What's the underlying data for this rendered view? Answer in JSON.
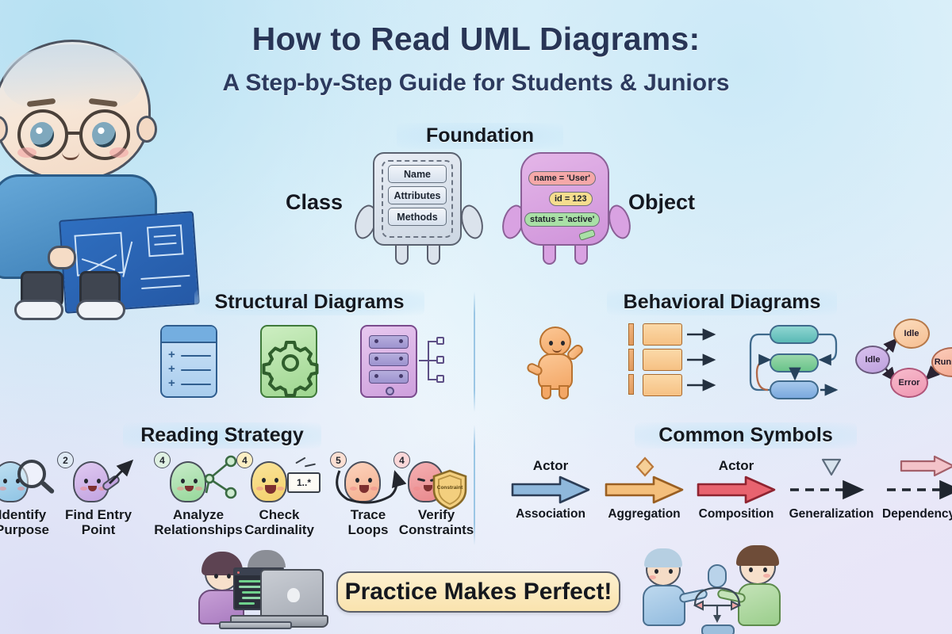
{
  "header": {
    "title": "How to Read UML Diagrams:",
    "subtitle": "A Step-by-Step Guide for Students & Juniors"
  },
  "colors": {
    "title_navy": "#283556",
    "heading_dark": "#14181f",
    "bg_top_left": "#b5e0f2",
    "bg_bottom_left": "#dcdef5",
    "association": "#7fb0d9",
    "aggregation": "#f2b86a",
    "composition": "#e8636f",
    "generalization": "#c9d6e3",
    "dependency": "#f0b9c0",
    "cta_fill": "#f9e3ae"
  },
  "foundation": {
    "heading": "Foundation",
    "class": {
      "label": "Class",
      "compartments": [
        "Name",
        "Attributes",
        "Methods"
      ]
    },
    "object": {
      "label": "Object",
      "slots": [
        {
          "text": "name = 'User'",
          "color": "#f5a8a8"
        },
        {
          "text": "id = 123",
          "color": "#f6dd8e"
        },
        {
          "text": "status = 'active'",
          "color": "#a9e0a6"
        }
      ]
    }
  },
  "structural": {
    "heading": "Structural Diagrams",
    "icons": [
      {
        "name": "class-diagram-icon",
        "color": "#a9cdee"
      },
      {
        "name": "component-gear-icon",
        "color": "#9ed68f"
      },
      {
        "name": "deployment-node-icon",
        "color": "#cea0dd"
      }
    ]
  },
  "behavioral": {
    "heading": "Behavioral Diagrams",
    "icons": [
      {
        "name": "use-case-actor-icon",
        "color": "#f3a766"
      },
      {
        "name": "sequence-diagram-icon",
        "color": "#f6c184"
      },
      {
        "name": "activity-diagram-icon",
        "color": "#6fc3c0"
      },
      {
        "name": "state-machine-icon",
        "color": "#d7b6e8"
      }
    ],
    "states": [
      {
        "label": "Idle",
        "color": "#c9aee3"
      },
      {
        "label": "Idle",
        "color": "#f8c9a0"
      },
      {
        "label": "Running",
        "color": "#f6b9a4"
      },
      {
        "label": "Error",
        "color": "#f2a8bd"
      }
    ]
  },
  "reading_strategy": {
    "heading": "Reading Strategy",
    "steps": [
      {
        "badge": "",
        "label": "Identify\nPurpose",
        "color": "#a8cfe8",
        "prop": "magnifier-icon"
      },
      {
        "badge": "2",
        "label": "Find Entry\nPoint",
        "color": "#cdb2e6",
        "prop": "pointing-arrow-icon"
      },
      {
        "badge": "4",
        "label": "Analyze\nRelationships",
        "color": "#a8dcab",
        "prop": "relationship-graph-icon"
      },
      {
        "badge": "4",
        "label": "Check\nCardinality",
        "color": "#f5da84",
        "prop": "cardinality-card-icon"
      },
      {
        "badge": "5",
        "label": "Trace\nLoops",
        "color": "#f6b99a",
        "prop": "loop-arrow-icon"
      },
      {
        "badge": "4",
        "label": "Verify\nConstraints",
        "color": "#ef9a9e",
        "prop": "shield-icon"
      }
    ],
    "cardinality_card_text": "1..*",
    "shield_text": "Constraint"
  },
  "common_symbols": {
    "heading": "Common Symbols",
    "items": [
      {
        "top": "Actor",
        "caption": "Association",
        "color": "#7fb0d9",
        "style": "solid-arrow"
      },
      {
        "top": "",
        "caption": "Aggregation",
        "color": "#f2b86a",
        "style": "diamond-arrow",
        "glyph": "diamond"
      },
      {
        "top": "Actor",
        "caption": "Composition",
        "color": "#e8636f",
        "style": "solid-arrow"
      },
      {
        "top": "",
        "caption": "Generalization",
        "color": "#c9d6e3",
        "style": "dashed-arrow",
        "glyph": "triangle"
      },
      {
        "top": "",
        "caption": "Dependency",
        "color": "#f0b9c0",
        "style": "dashed-arrow",
        "glyph": "open-arrow"
      }
    ]
  },
  "footer": {
    "cta": "Practice Makes Perfect!",
    "left_scene": "students-coding-laptop",
    "right_scene": "pair-collaboration-diagram"
  },
  "mascot": {
    "name": "student-with-blueprint",
    "description": "chibi student wearing glasses holding a blue UML blueprint"
  }
}
